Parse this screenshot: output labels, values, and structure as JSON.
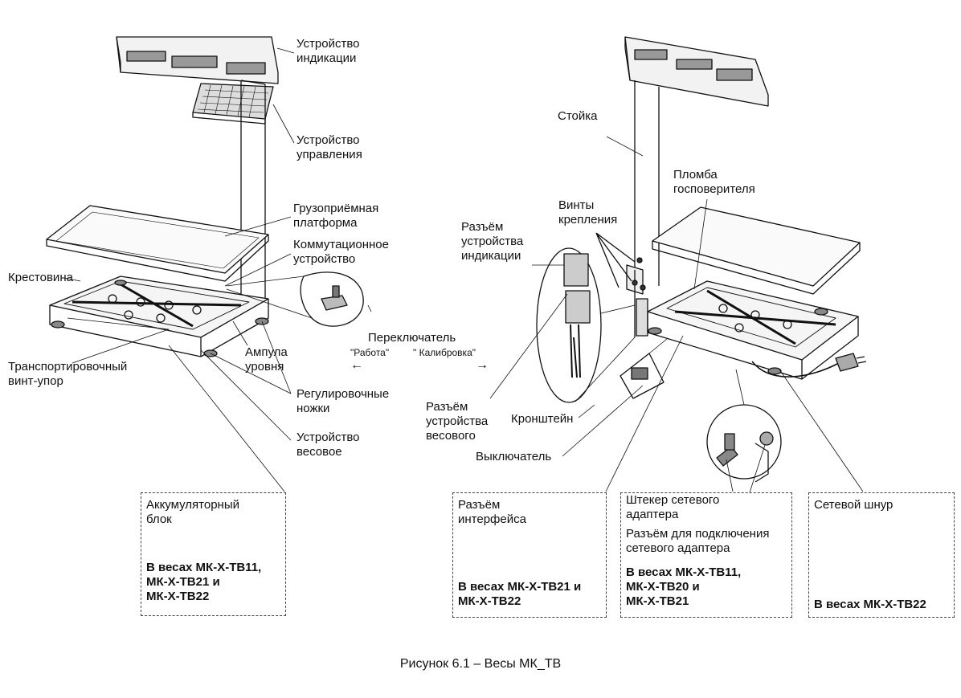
{
  "labels": {
    "display_left": "Устройство\nиндикации",
    "control": "Устройство\nуправления",
    "platform": "Грузоприёмная\nплатформа",
    "switching": "Коммутационное\nустройство",
    "cross": "Крестовина",
    "transport_screw": "Транспортировочный\nвинт-упор",
    "level": "Ампула\nуровня",
    "feet": "Регулировочные\nножки",
    "weighing": "Устройство\nвесовое",
    "switch": "Переключатель",
    "mode_work": "\"Работа\"",
    "mode_calib": "\" Калибровка\"",
    "arrow_left": "←",
    "arrow_right": "→",
    "stand": "Стойка",
    "seal": "Пломба\nгосповерителя",
    "screws": "Винты\nкрепления",
    "display_conn": "Разъём\nустройства\nиндикации",
    "weighing_conn": "Разъём\nустройства\nвесового",
    "bracket": "Кронштейн",
    "power_switch": "Выключатель"
  },
  "boxes": {
    "battery": {
      "title": "Аккумуляторный\nблок",
      "note": "В весах МК-Х-ТВ11,\nМК-Х-ТВ21 и\nМК-Х-ТВ22"
    },
    "interface": {
      "title": "Разъём\nинтерфейса",
      "note": "В весах МК-Х-ТВ21 и\nМК-Х-ТВ22"
    },
    "adapter": {
      "title": "Штекер сетевого\nадаптера",
      "title2": "Разъём для подключения\nсетевого адаптера",
      "note": "В весах МК-Х-ТВ11,\nМК-Х-ТВ20 и\nМК-Х-ТВ21"
    },
    "cord": {
      "title": "Сетевой шнур",
      "note": "В весах МК-Х-ТВ22"
    }
  },
  "caption": "Рисунок 6.1 – Весы МК_ТВ"
}
